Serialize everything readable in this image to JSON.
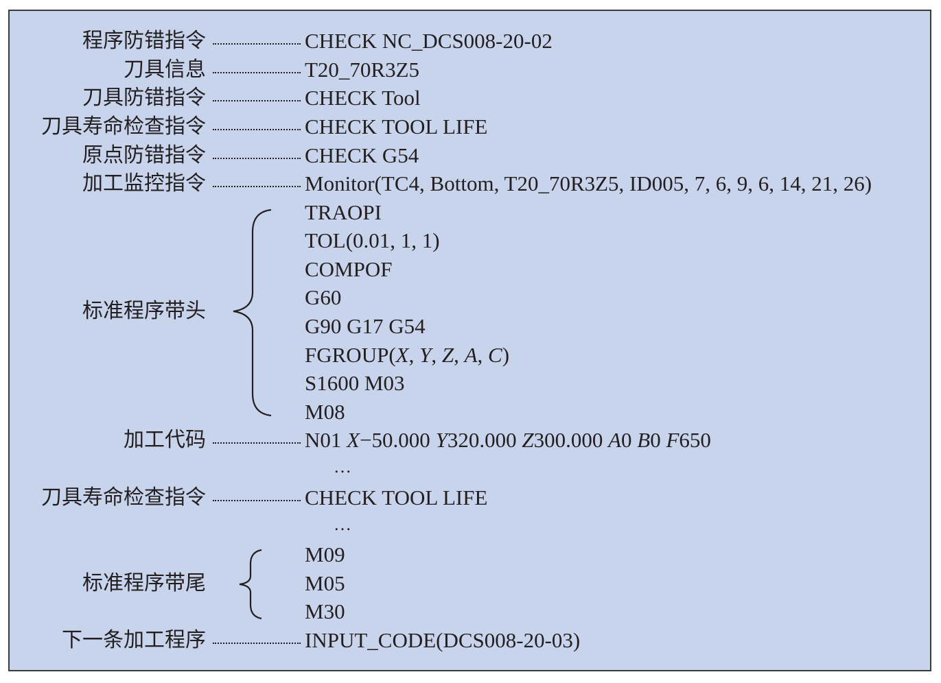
{
  "rows": [
    {
      "label": "程序防错指令",
      "code": "CHECK NC_DCS008-20-02"
    },
    {
      "label": "刀具信息",
      "code": "T20_70R3Z5"
    },
    {
      "label": "刀具防错指令",
      "code": "CHECK Tool"
    },
    {
      "label": "刀具寿命检查指令",
      "code": "CHECK TOOL LIFE"
    },
    {
      "label": "原点防错指令",
      "code": "CHECK G54"
    },
    {
      "label": "加工监控指令",
      "code": "Monitor(TC4, Bottom, T20_70R3Z5, ID005, 7, 6, 9, 6, 14, 21, 26)"
    }
  ],
  "header_block": {
    "label": "标准程序带头",
    "lines": [
      "TRAOPI",
      "TOL(0.01, 1, 1)",
      "COMPOF",
      "G60",
      "G90 G17 G54"
    ],
    "fgroup": {
      "prefix": "FGROUP(",
      "axes": [
        "X",
        "Y",
        "Z",
        "A",
        "C"
      ],
      "sep": ", ",
      "suffix": ")"
    },
    "lines2": [
      "S1600 M03",
      "M08"
    ]
  },
  "machining": {
    "label": "加工代码",
    "parts": {
      "n": "N01 ",
      "x_letter": "X",
      "x_val": "−50.000 ",
      "y_letter": "Y",
      "y_val": "320.000 ",
      "z_letter": "Z",
      "z_val": "300.000 ",
      "a_letter": "A",
      "a_val": "0 ",
      "b_letter": "B",
      "b_val": "0 ",
      "f_letter": "F",
      "f_val": "650"
    }
  },
  "ellipsis_1": "…",
  "tool_life_2": {
    "label": "刀具寿命检查指令",
    "code": "CHECK TOOL LIFE"
  },
  "ellipsis_2": "…",
  "tail_block": {
    "label": "标准程序带尾",
    "lines": [
      "M09",
      "M05",
      "M30"
    ]
  },
  "next_program": {
    "label": "下一条加工程序",
    "code": "INPUT_CODE(DCS008-20-03)"
  }
}
